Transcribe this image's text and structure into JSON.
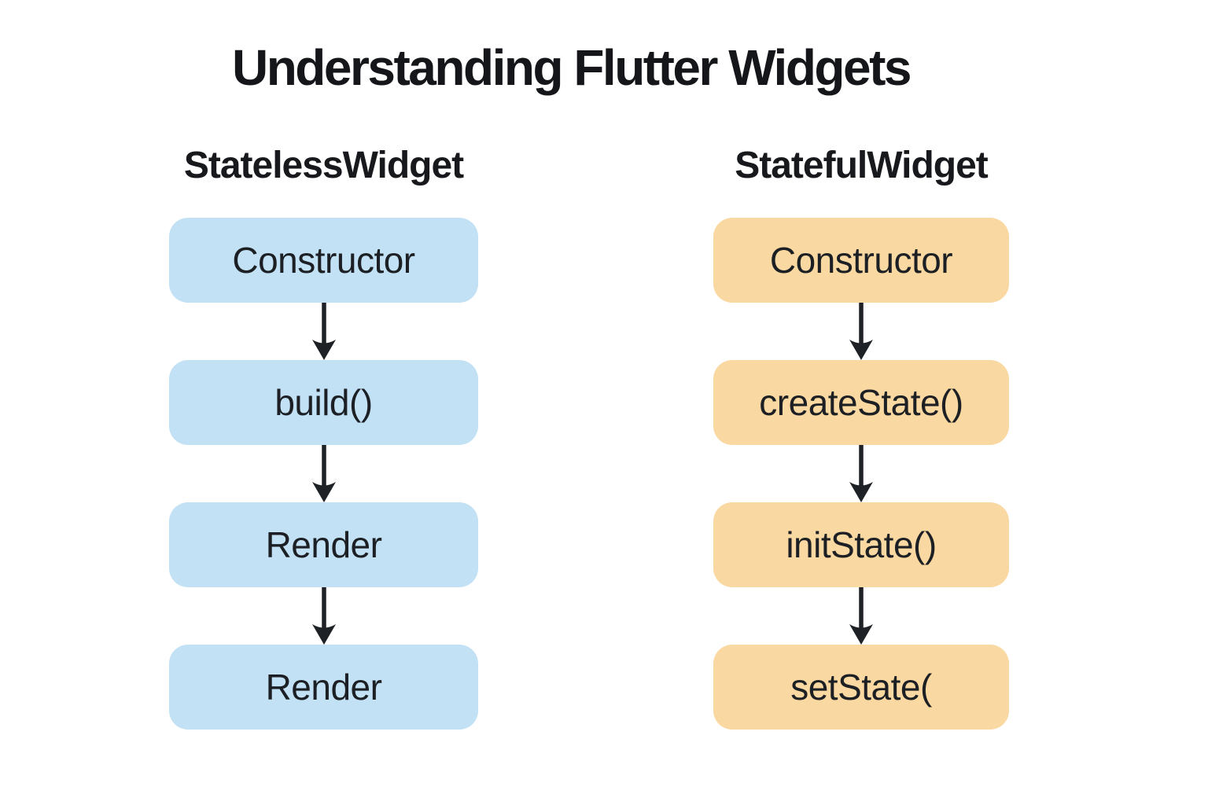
{
  "title": "Understanding Flutter Widgets",
  "colors": {
    "background": "#ffffff",
    "stateless_box": "#c2e1f5",
    "stateful_box": "#fad8a1",
    "arrow": "#1e2126",
    "text": "#1c1f23"
  },
  "columns": [
    {
      "header": "StatelessWidget",
      "steps": [
        "Constructor",
        "build()",
        "Render",
        "Render"
      ]
    },
    {
      "header": "StatefulWidget",
      "steps": [
        "Constructor",
        "createState()",
        "initState()",
        "setState("
      ]
    }
  ]
}
